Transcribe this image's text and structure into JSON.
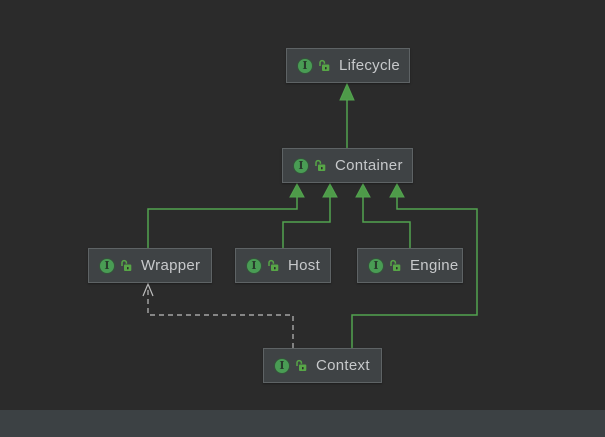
{
  "view": {
    "kind": "uml-class-diagram",
    "background": "#2b2b2b",
    "bottom_strip_color": "#3c4144"
  },
  "colors": {
    "node_fill": "#3f4345",
    "node_border": "#5e6365",
    "node_text": "#c7c9cb",
    "edge_inheritance": "#53a34f",
    "edge_dependency": "#bdbdbd",
    "interface_icon": "#499C54",
    "lock_icon": "#57a647"
  },
  "icons": {
    "interface_letter": "I",
    "interface_icon_name": "interface-icon",
    "visibility_icon_name": "lock-open-icon"
  },
  "diagram": {
    "nodes": [
      {
        "id": "lifecycle",
        "label": "Lifecycle",
        "kind": "interface",
        "visibility": "public"
      },
      {
        "id": "container",
        "label": "Container",
        "kind": "interface",
        "visibility": "public"
      },
      {
        "id": "wrapper",
        "label": "Wrapper",
        "kind": "interface",
        "visibility": "public"
      },
      {
        "id": "host",
        "label": "Host",
        "kind": "interface",
        "visibility": "public"
      },
      {
        "id": "engine",
        "label": "Engine",
        "kind": "interface",
        "visibility": "public"
      },
      {
        "id": "context",
        "label": "Context",
        "kind": "interface",
        "visibility": "public"
      }
    ],
    "edges": [
      {
        "from": "Container",
        "to": "Lifecycle",
        "type": "inheritance",
        "line": "solid-green",
        "arrow": "filled-triangle"
      },
      {
        "from": "Wrapper",
        "to": "Container",
        "type": "inheritance",
        "line": "solid-green",
        "arrow": "filled-triangle"
      },
      {
        "from": "Host",
        "to": "Container",
        "type": "inheritance",
        "line": "solid-green",
        "arrow": "filled-triangle"
      },
      {
        "from": "Engine",
        "to": "Container",
        "type": "inheritance",
        "line": "solid-green",
        "arrow": "filled-triangle"
      },
      {
        "from": "Context",
        "to": "Container",
        "type": "inheritance",
        "line": "solid-green",
        "arrow": "filled-triangle"
      },
      {
        "from": "Context",
        "to": "Wrapper",
        "type": "dependency",
        "line": "dashed-gray",
        "arrow": "open"
      }
    ]
  }
}
